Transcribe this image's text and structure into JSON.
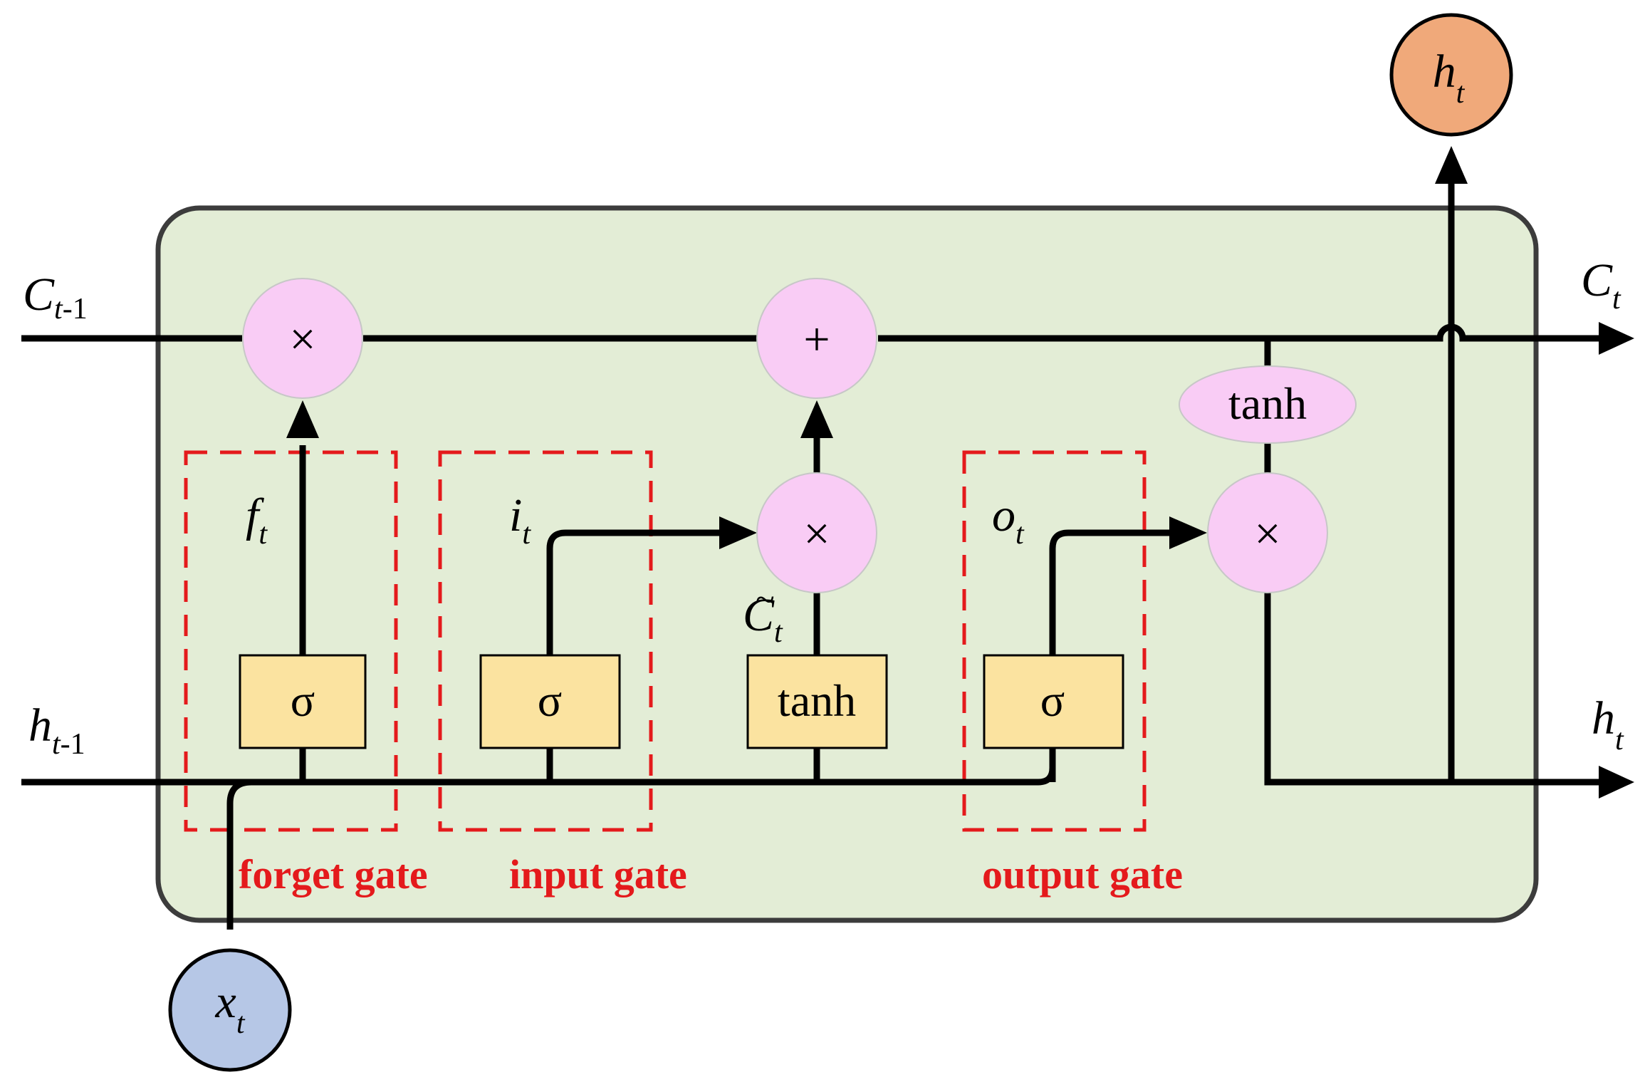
{
  "colors": {
    "cell_fill": "#e3edd6",
    "cell_stroke": "#3c3c3c",
    "op_fill": "#f9ccf5",
    "op_stroke": "#c7c7c7",
    "box_fill": "#fbe3a0",
    "box_stroke": "#000000",
    "gate_stroke": "#e41a1c",
    "input_fill": "#b6c7e6",
    "output_fill": "#f0a97a",
    "line": "#000000"
  },
  "ops": {
    "forget_mult": "×",
    "cell_add": "+",
    "input_mult": "×",
    "output_mult": "×"
  },
  "functions": {
    "forget_sigma": "σ",
    "input_sigma": "σ",
    "candidate_tanh": "tanh",
    "output_sigma": "σ",
    "cell_tanh": "tanh"
  },
  "gates": {
    "forget": "forget gate",
    "input": "input gate",
    "output": "output gate"
  },
  "variables": {
    "c_prev": {
      "base": "C",
      "sub_italic": "t",
      "sub_normal": "-1"
    },
    "c_t": {
      "base": "C",
      "sub_italic": "t"
    },
    "h_prev": {
      "base": "h",
      "sub_italic": "t",
      "sub_normal": "-1"
    },
    "h_t_right": {
      "base": "h",
      "sub_italic": "t"
    },
    "h_t_top": {
      "base": "h",
      "sub_italic": "t"
    },
    "x_t": {
      "base": "x",
      "sub_italic": "t"
    },
    "f_t": {
      "base": "f",
      "sub_italic": "t"
    },
    "i_t": {
      "base": "i",
      "sub_italic": "t"
    },
    "o_t": {
      "base": "o",
      "sub_italic": "t"
    },
    "c_tilde": {
      "base": "C",
      "accent": "~",
      "sub_italic": "t"
    }
  }
}
